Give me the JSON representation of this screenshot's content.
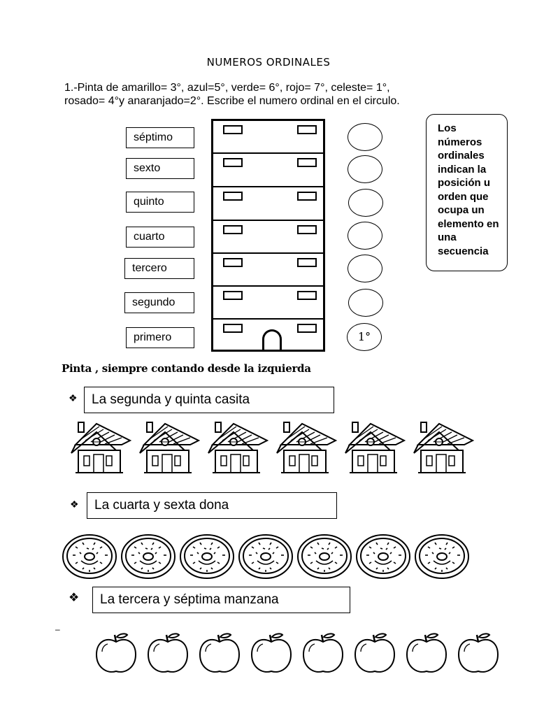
{
  "title": "NUMEROS ORDINALES",
  "instruction_line1": "1.-Pinta de amarillo= 3°, azul=5°, verde= 6°, rojo= 7°, celeste= 1°,",
  "instruction_line2": "rosado= 4°y anaranjado=2°. Escribe el numero ordinal en el circulo.",
  "ordinals": [
    "séptimo",
    "sexto",
    "quinto",
    "cuarto",
    "tercero",
    "segundo",
    "primero"
  ],
  "circles": [
    "",
    "",
    "",
    "",
    "",
    "",
    "1°"
  ],
  "note": "Los números ordinales indican la posición u orden que ocupa un elemento en una secuencia",
  "subtitle": "Pinta , siempre contando desde la izquierda",
  "bullet_symbol": "❖",
  "tasks": {
    "houses": "La segunda y quinta casita",
    "donuts": "La cuarta y sexta dona",
    "apples": "La tercera y séptima manzana"
  },
  "counts": {
    "houses": 6,
    "donuts": 7,
    "apples": 8
  },
  "dash": "–"
}
